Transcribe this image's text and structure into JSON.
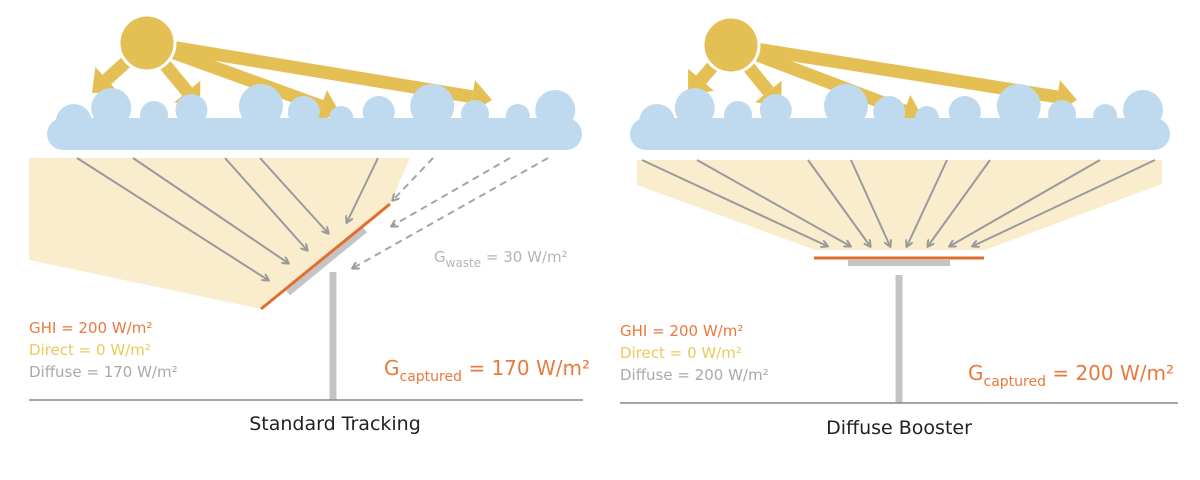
{
  "colors": {
    "sun": "#e4c054",
    "cloud": "#bfdaee",
    "beige": "#faedce",
    "ray": "#9a9a9a",
    "panel": "#e06f2f",
    "pole": "#c4c4c4",
    "ghi": "#e87a3e",
    "direct": "#ecc95a",
    "diffuse": "#a9a9a9",
    "title": "#222222"
  },
  "left": {
    "title": "Standard Tracking",
    "ghi": "GHI = 200 W/m²",
    "direct": "Direct = 0 W/m²",
    "diffuse": "Diffuse = 170 W/m²",
    "captured_main": "G",
    "captured_sub": "captured",
    "captured_value": " = 170 W/m²",
    "waste_main": "G",
    "waste_sub": "waste",
    "waste_value": " = 30 W/m²"
  },
  "right": {
    "title": "Diffuse Booster",
    "ghi": "GHI = 200 W/m²",
    "direct": "Direct = 0 W/m²",
    "diffuse": "Diffuse = 200 W/m²",
    "captured_main": "G",
    "captured_sub": "captured",
    "captured_value": " = 200 W/m²"
  }
}
